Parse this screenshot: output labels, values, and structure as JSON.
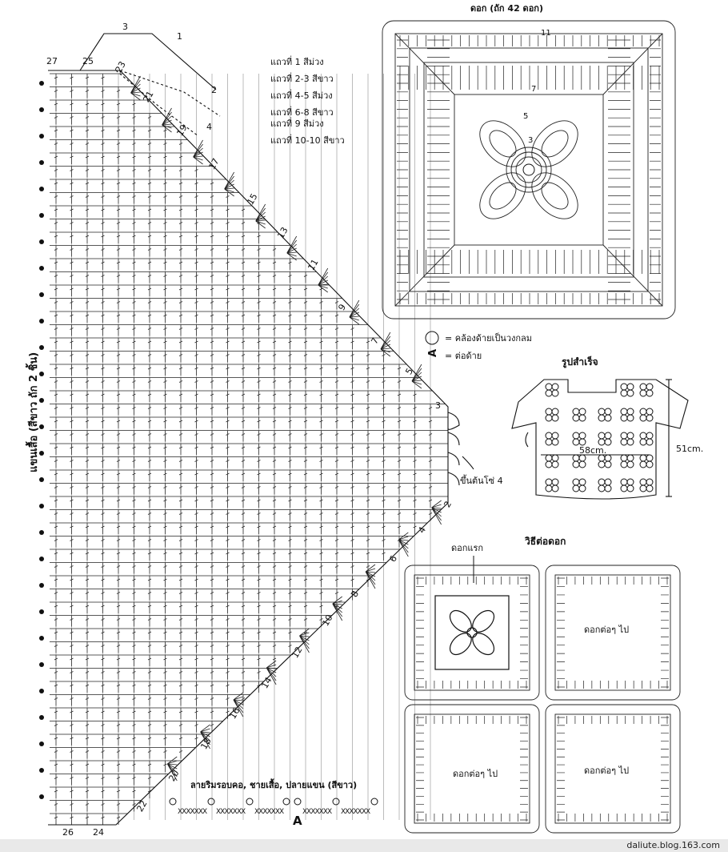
{
  "motif": {
    "title": "ดอก (ถัก 42 ดอก)",
    "round_labels": [
      "11",
      "3",
      "5",
      "7"
    ]
  },
  "legend_rows": [
    "แถวที่  1   สีม่วง",
    "แถวที่  2-3   สีขาว",
    "แถวที่  4-5   สีม่วง",
    "แถวที่  6-8   สีขาว",
    "แถวที่  9   สีม่วง",
    "แถวที่  10-10  สีขาว"
  ],
  "symbols": {
    "ring_label": "= คล้องด้ายเป็นวงกลม",
    "join_glyph": "A",
    "join_label": "= ต่อด้าย"
  },
  "sleeve": {
    "title": "แขนเสื้อ (สีขาว ถัก 2 ชิ้น)",
    "chain_note": "ขึ้นต้นโซ่ 4",
    "top_rows": [
      "27",
      "25",
      "23",
      "21",
      "19",
      "17"
    ],
    "flap_rows": [
      "3",
      "1",
      "2",
      "4"
    ],
    "right_rows": [
      "15",
      "13",
      "11",
      "9",
      "7",
      "5",
      "3"
    ],
    "bottom_rows": [
      "2",
      "4",
      "6",
      "8",
      "10",
      "12",
      "14",
      "16",
      "18",
      "20",
      "22",
      "24",
      "26"
    ]
  },
  "finished": {
    "title": "รูปสำเร็จ",
    "width": "58cm.",
    "height": "51cm."
  },
  "joining": {
    "title": "วิธีต่อดอก",
    "first_label": "ดอกแรก",
    "next_label": "ดอกต่อๆ ไป"
  },
  "edging": {
    "title": "ลายริมรอบคอ, ชายเสื้อ, ปลายแขน (สีขาว)",
    "pattern": "XXXXXXX",
    "join_glyph": "A"
  },
  "watermark": "daliute.blog.163.com"
}
